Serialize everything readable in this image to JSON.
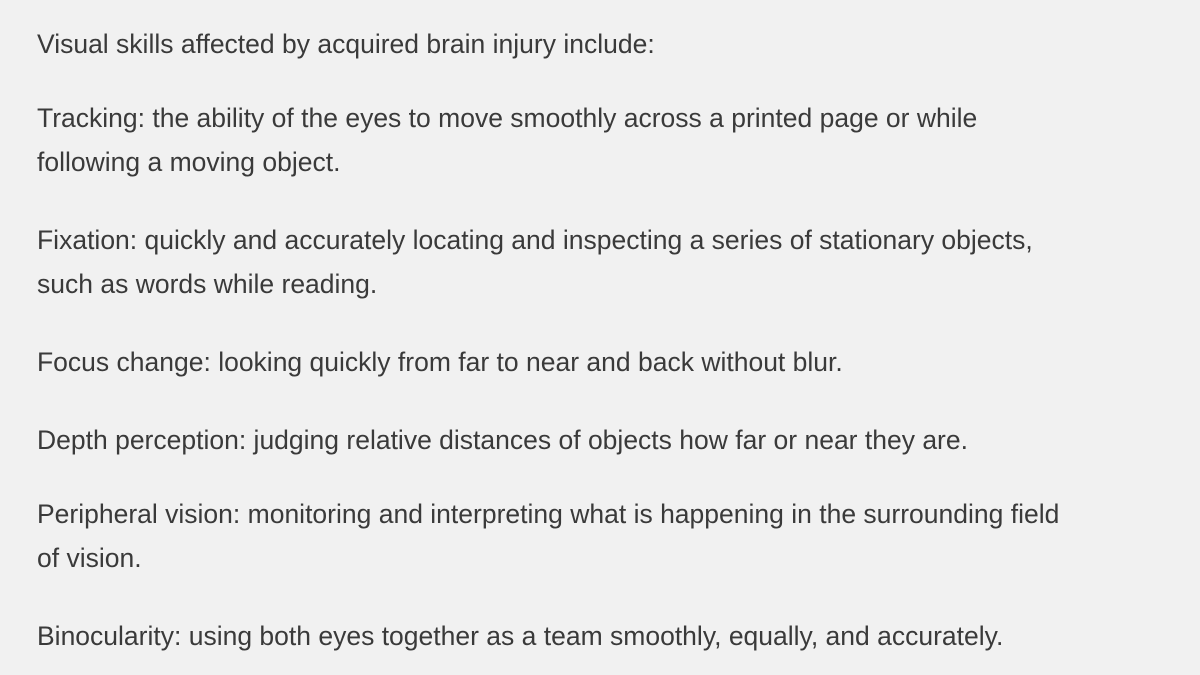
{
  "document": {
    "intro": "Visual skills affected by acquired brain injury include:",
    "items": [
      {
        "line1": "Tracking: the ability of the eyes to move smoothly across a printed page or while",
        "line2": "following a moving object."
      },
      {
        "line1": "Fixation: quickly and accurately locating and inspecting a series of stationary objects,",
        "line2": "such as words while reading."
      },
      {
        "line1": "Focus change: looking quickly from far to near and back without blur."
      },
      {
        "line1": "Depth perception: judging relative distances of objects how far or near they are."
      },
      {
        "line1": "Peripheral vision: monitoring and interpreting what is happening in the surrounding field",
        "line2": "of vision."
      },
      {
        "line1": "Binocularity: using both eyes together as a team smoothly, equally, and accurately."
      }
    ]
  },
  "colors": {
    "background": "#f1f1f1",
    "text": "#3a3a3a"
  }
}
